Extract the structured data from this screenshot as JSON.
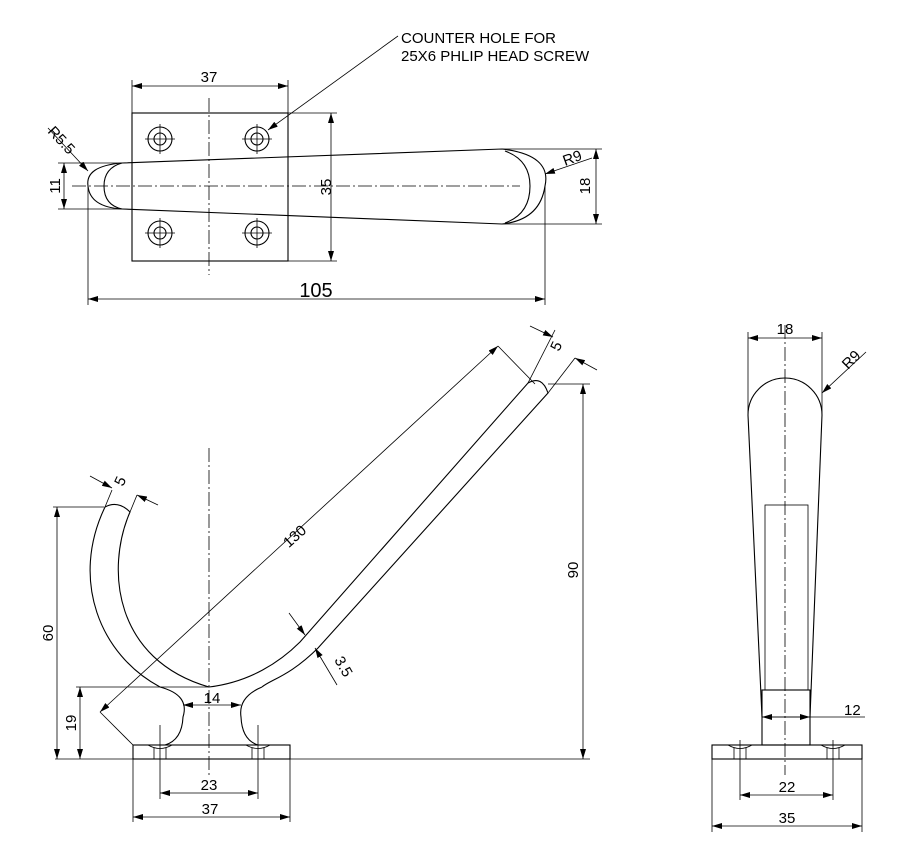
{
  "note": {
    "line1": "COUNTER HOLE FOR",
    "line2": "25X6 PHLIP HEAD SCREW"
  },
  "top_view": {
    "width_37": "37",
    "height_35": "35",
    "length_105": "105",
    "end_11": "11",
    "end_18": "18",
    "radius_small": "R5.5",
    "radius_large": "R9"
  },
  "front_view": {
    "arm_130": "130",
    "arm_thk_5": "5",
    "hook_thk_5": "5",
    "height_90": "90",
    "height_60": "60",
    "height_19": "19",
    "gap_14": "14",
    "wall_35": "3.5",
    "holes_23": "23",
    "base_37": "37"
  },
  "side_view": {
    "width_18": "18",
    "radius": "R9",
    "neck_12": "12",
    "holes_22": "22",
    "base_35": "35"
  }
}
